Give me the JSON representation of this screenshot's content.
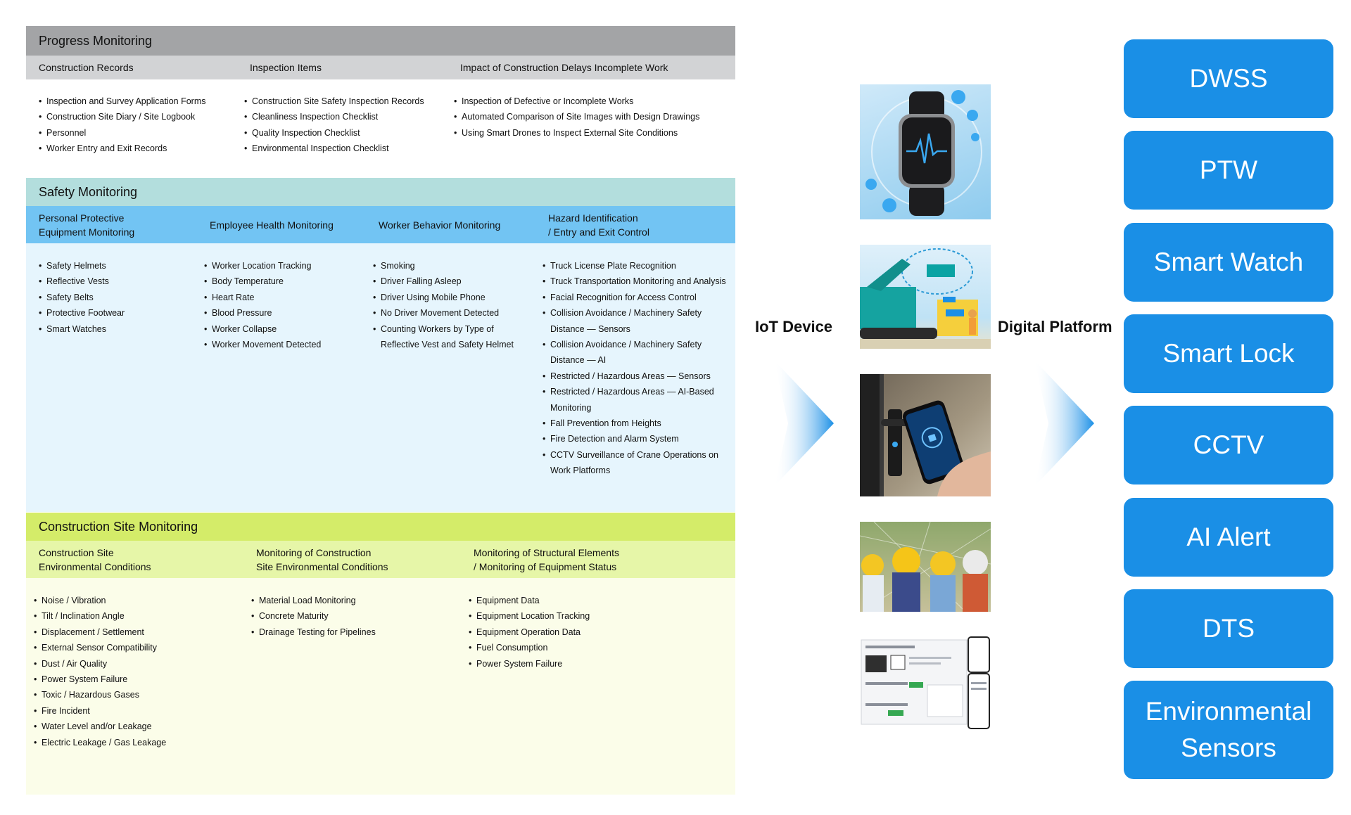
{
  "progress": {
    "title": "Progress Monitoring",
    "columns": [
      {
        "header": "Construction Records",
        "items": [
          "Inspection and Survey Application Forms",
          "Construction Site Diary / Site Logbook",
          "Personnel",
          "Worker Entry and Exit Records"
        ]
      },
      {
        "header": "Inspection Items",
        "items": [
          "Construction Site Safety Inspection Records",
          "Cleanliness Inspection Checklist",
          "Quality Inspection Checklist",
          "Environmental Inspection Checklist"
        ]
      },
      {
        "header": "Impact of Construction Delays Incomplete Work",
        "items": [
          "Inspection of Defective or Incomplete Works",
          "Automated Comparison of Site Images with Design Drawings",
          "Using Smart Drones to Inspect External Site Conditions"
        ]
      }
    ]
  },
  "safety": {
    "title": "Safety Monitoring",
    "columns": [
      {
        "header": "Personal Protective\nEquipment Monitoring",
        "items": [
          "Safety Helmets",
          "Reflective Vests",
          "Safety Belts",
          "Protective Footwear",
          "Smart Watches"
        ]
      },
      {
        "header": "Employee Health Monitoring",
        "items": [
          "Worker Location Tracking",
          "Body Temperature",
          "Heart Rate",
          "Blood Pressure",
          "Worker Collapse",
          "Worker Movement Detected"
        ]
      },
      {
        "header": "Worker Behavior Monitoring",
        "items": [
          "Smoking",
          "Driver Falling Asleep",
          "Driver Using Mobile Phone",
          "No Driver Movement Detected",
          "Counting Workers by Type of Reflective Vest and Safety Helmet"
        ]
      },
      {
        "header": "Hazard Identification\n/ Entry and Exit Control",
        "items": [
          "Truck License Plate Recognition",
          "Truck Transportation Monitoring and Analysis",
          "Facial Recognition for Access Control",
          "Collision Avoidance / Machinery Safety Distance — Sensors",
          "Collision Avoidance / Machinery Safety Distance — AI",
          "Restricted / Hazardous Areas — Sensors",
          "Restricted / Hazardous Areas — AI-Based Monitoring",
          "Fall Prevention from Heights",
          "Fire Detection and Alarm System",
          "CCTV Surveillance of Crane Operations on Work Platforms"
        ]
      }
    ]
  },
  "site": {
    "title": "Construction Site Monitoring",
    "columns": [
      {
        "header": "Construction Site\nEnvironmental Conditions",
        "items": [
          "Noise / Vibration",
          "Tilt / Inclination Angle",
          "Displacement / Settlement",
          "External Sensor Compatibility",
          "Dust / Air Quality",
          "Power System Failure",
          "Toxic / Hazardous Gases",
          "Fire Incident",
          "Water Level and/or Leakage",
          "Electric Leakage / Gas Leakage"
        ]
      },
      {
        "header": "Monitoring of Construction\nSite Environmental Conditions",
        "items": [
          "Material Load Monitoring",
          "Concrete Maturity",
          "Drainage Testing for Pipelines"
        ]
      },
      {
        "header": "Monitoring of Structural Elements\n/ Monitoring of Equipment Status",
        "items": [
          "Equipment Data",
          "Equipment Location Tracking",
          "Equipment Operation Data",
          "Fuel Consumption",
          "Power System Failure"
        ]
      }
    ]
  },
  "flow": {
    "iot_label": "IoT Device",
    "platform_label": "Digital Platform"
  },
  "devices": [
    {
      "icon": "smart-watch-image"
    },
    {
      "icon": "excavator-safety-image"
    },
    {
      "icon": "smart-lock-phone-image"
    },
    {
      "icon": "workers-helmets-image"
    },
    {
      "icon": "software-screens-image"
    }
  ],
  "platforms": [
    {
      "label": "DWSS"
    },
    {
      "label": "PTW"
    },
    {
      "label": "Smart Watch"
    },
    {
      "label": "Smart Lock"
    },
    {
      "label": "CCTV"
    },
    {
      "label": "AI Alert"
    },
    {
      "label": "DTS"
    },
    {
      "label": "Environmental\nSensors"
    }
  ],
  "colors": {
    "progress_title_bg": "#a3a4a6",
    "progress_sub_bg": "#d2d3d5",
    "safety_title_bg": "#b3dedd",
    "safety_sub_bg": "#72c4f3",
    "safety_body_bg": "#e6f5fd",
    "site_title_bg": "#d4ec69",
    "site_sub_bg": "#e6f6a8",
    "site_body_bg": "#fbfde9",
    "platform_bg": "#1a8fe6"
  }
}
